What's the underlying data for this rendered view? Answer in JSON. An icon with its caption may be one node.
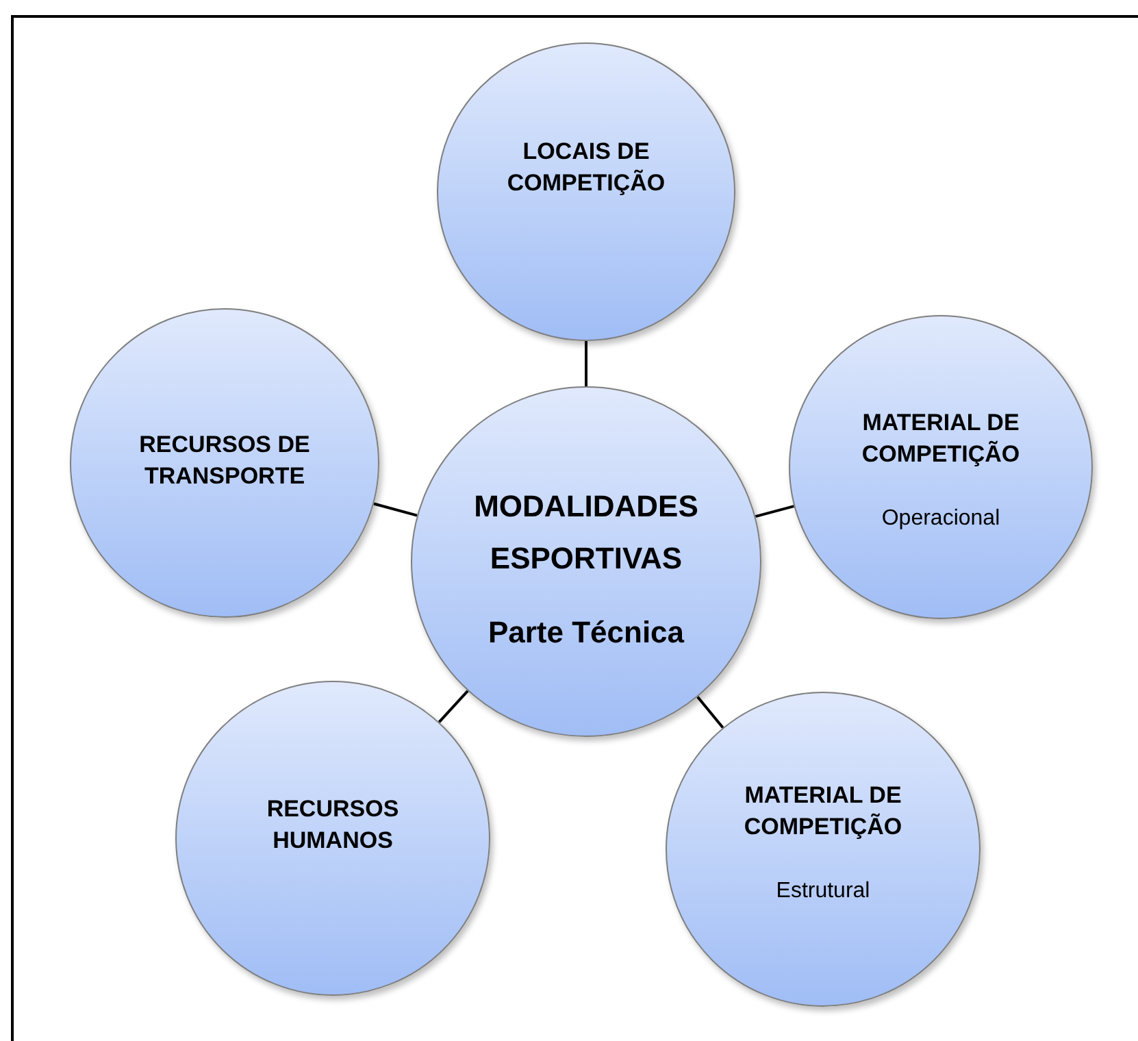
{
  "diagram": {
    "nodes": [
      {
        "text": [
          "LOCAIS DE COMPETIÇÃO"
        ]
      },
      {
        "text": [
          "RECURSOS DE TRANSPORTE"
        ]
      },
      {
        "text": [
          "MODALIDADES ESPORTIVAS",
          "Parte Técnica"
        ]
      },
      {
        "text": [
          "MATERIAL DE COMPETIÇÃO",
          "Operacional"
        ]
      },
      {
        "text": [
          "RECURSOS HUMANOS"
        ]
      },
      {
        "text": [
          "MATERIAL DE COMPETIÇÃO",
          "Estrutural"
        ]
      }
    ],
    "edges": [
      {
        "from": 2,
        "to": 0,
        "arrow": "none"
      },
      {
        "from": 2,
        "to": 1,
        "arrow": "none"
      },
      {
        "from": 2,
        "to": 3,
        "arrow": "none"
      },
      {
        "from": 2,
        "to": 4,
        "arrow": "none"
      },
      {
        "from": 2,
        "to": 5,
        "arrow": "none"
      }
    ]
  }
}
